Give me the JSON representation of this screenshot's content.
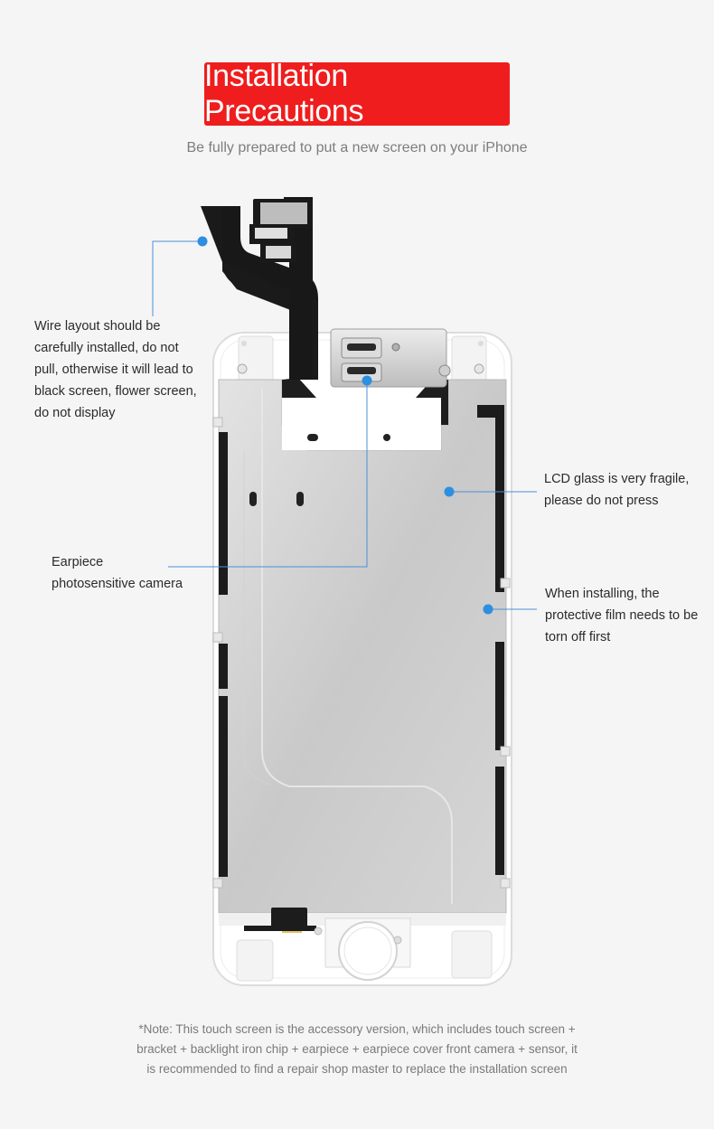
{
  "header": {
    "title": "Installation Precautions",
    "subtitle": "Be fully prepared to put a new screen on your iPhone"
  },
  "annotations": {
    "wire": [
      "Wire layout should be",
      "carefully installed, do not",
      "pull, otherwise it will lead to",
      "black screen, flower screen,",
      "do not display"
    ],
    "lcd": [
      "LCD glass is very fragile,",
      "please do not press"
    ],
    "earpiece": [
      "Earpiece",
      "photosensitive camera"
    ],
    "film": [
      "When installing, the",
      "protective film needs to be",
      "torn off first"
    ]
  },
  "note": [
    "*Note: This touch screen is the accessory version, which includes touch screen +",
    "bracket + backlight iron chip + earpiece + earpiece cover front camera + sensor, it",
    "is recommended to find a repair shop master to replace the installation screen"
  ],
  "colors": {
    "title_bg": "#ef1d1d",
    "callout_dot": "#2d8fe0",
    "callout_line": "#4a90d9"
  }
}
